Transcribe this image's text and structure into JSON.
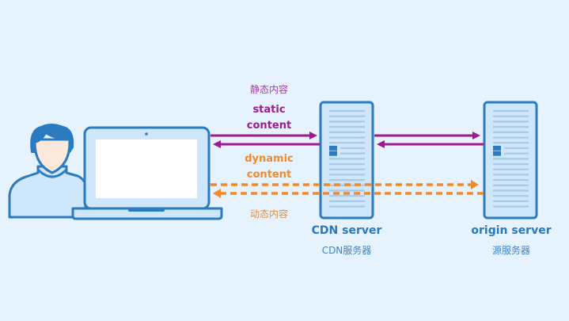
{
  "diagram": {
    "title": "CDN static vs dynamic content delivery",
    "colors": {
      "background": "#e6f2fe",
      "outline": "#2a7bc0",
      "fill_light": "#cfe6fb",
      "static_arrow": "#a0198f",
      "dynamic_arrow": "#f08a2a",
      "skin": "#fde9dc",
      "screen": "#ffffff"
    },
    "nodes": {
      "user": {
        "icon": "user-icon"
      },
      "laptop": {
        "icon": "laptop-icon"
      },
      "cdn_server": {
        "icon": "server-icon",
        "label_en": "CDN server",
        "label_cn": "CDN服务器"
      },
      "origin_server": {
        "icon": "server-icon",
        "label_en": "origin server",
        "label_cn": "源服务器"
      }
    },
    "flows": {
      "static": {
        "label_cn": "静态内容",
        "label_en_line1": "static",
        "label_en_line2": "content",
        "style": "solid"
      },
      "dynamic": {
        "label_en_line1": "dynamic",
        "label_en_line2": "content",
        "label_cn": "动态内容",
        "style": "dashed"
      }
    },
    "edges": [
      {
        "from": "laptop",
        "to": "cdn_server",
        "flow": "static",
        "direction": "request"
      },
      {
        "from": "cdn_server",
        "to": "laptop",
        "flow": "static",
        "direction": "response"
      },
      {
        "from": "cdn_server",
        "to": "origin_server",
        "flow": "static",
        "direction": "request"
      },
      {
        "from": "origin_server",
        "to": "cdn_server",
        "flow": "static",
        "direction": "response"
      },
      {
        "from": "laptop",
        "to": "origin_server",
        "flow": "dynamic",
        "direction": "request"
      },
      {
        "from": "origin_server",
        "to": "laptop",
        "flow": "dynamic",
        "direction": "response"
      }
    ]
  }
}
